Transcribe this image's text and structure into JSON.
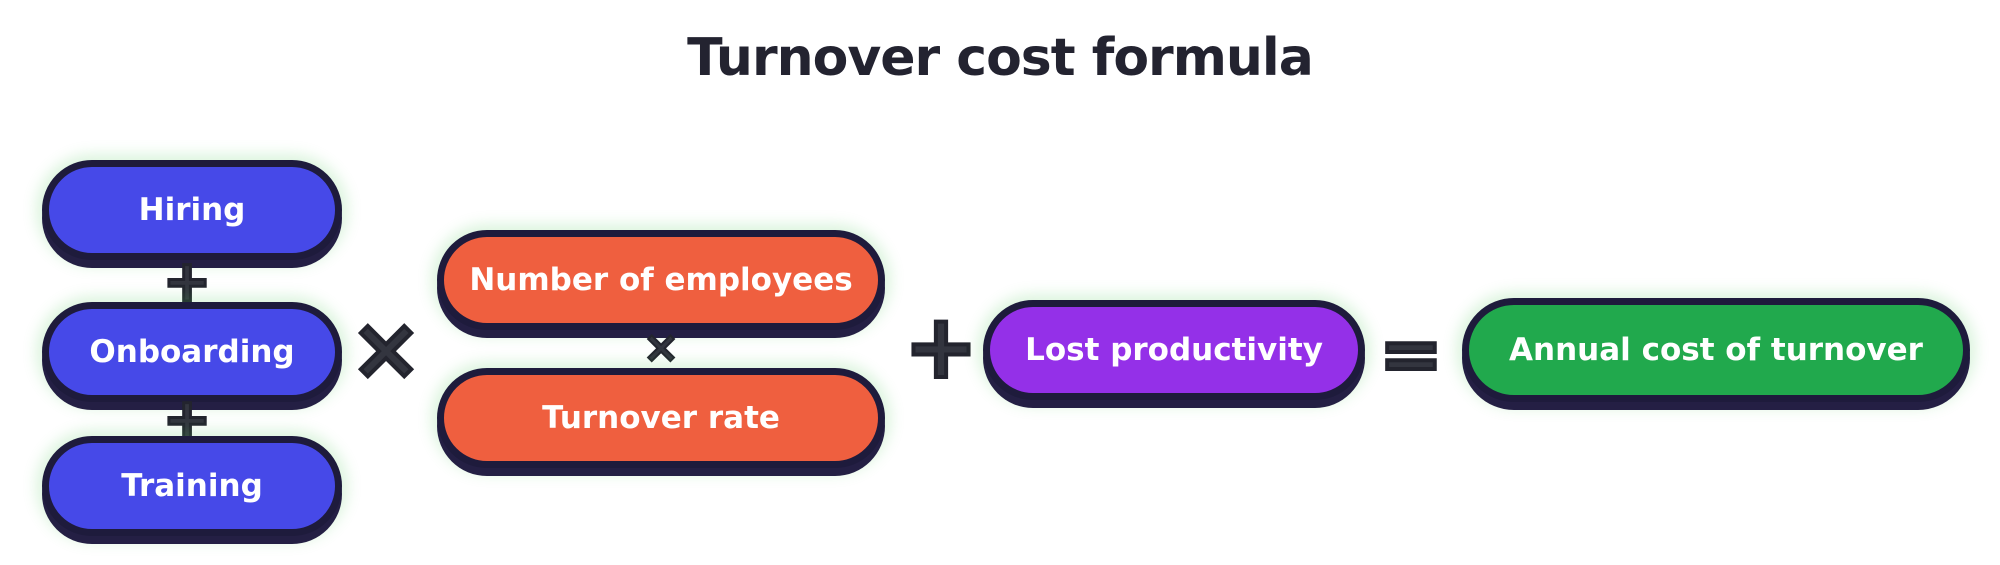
{
  "title": "Turnover cost formula",
  "formula": {
    "internal_costs_group": {
      "pills": [
        {
          "label": "Hiring"
        },
        {
          "label": "Onboarding"
        },
        {
          "label": "Training"
        }
      ],
      "plus_operator": "+"
    },
    "multiply_operator": "×",
    "workforce_group": {
      "pills": [
        {
          "label": "Number of employees"
        },
        {
          "label": "Turnover rate"
        }
      ],
      "multiply_operator": "×"
    },
    "plus_operator": "+",
    "lost_productivity": {
      "label": "Lost productivity"
    },
    "equals_operator": "=",
    "result": {
      "label": "Annual cost of turnover"
    }
  },
  "colors": {
    "background": "#FFFFFF",
    "title_text": "#232330",
    "pill_border": "#1E1B3C",
    "pill_text": "#FFFFFF",
    "operator": "#33353F",
    "blue_pill": "#4649E8",
    "orange_pill": "#EF5F3F",
    "purple_pill": "#9430E8",
    "green_pill": "#21A94D"
  }
}
